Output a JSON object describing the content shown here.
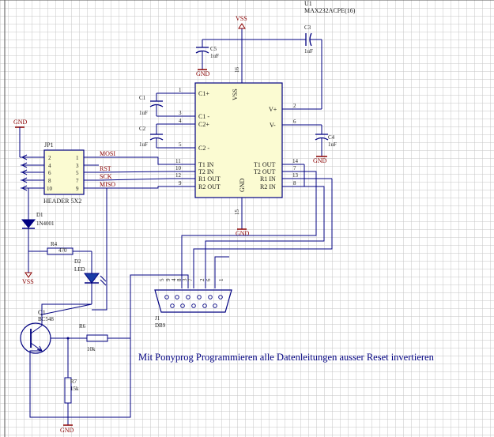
{
  "colors": {
    "grid": "#c6c6c6",
    "wire": "#000080",
    "component": "#000080",
    "text": "#1a1a1a",
    "power_label": "#8b0000",
    "ic_fill": "#fbfbd2",
    "led": "#1a3da6"
  },
  "note": "Mit Ponyprog Programmieren  alle Datenleitungen ausser Reset invertieren",
  "u1": {
    "designator": "U1",
    "part": "MAX232ACPE(16)",
    "pins_left": [
      "C1+",
      "C1 -",
      "C2+",
      "C2 -",
      "T1 IN",
      "T2 IN",
      "R1 OUT",
      "R2 OUT"
    ],
    "pins_left_num": [
      "1",
      "3",
      "4",
      "5",
      "11",
      "10",
      "12",
      "9"
    ],
    "pins_right": [
      "V+",
      "V-",
      "T1 OUT",
      "T2 OUT",
      "R1 IN",
      "R2 IN"
    ],
    "pins_right_num": [
      "2",
      "6",
      "14",
      "7",
      "13",
      "8"
    ],
    "vss": "VSS",
    "vss_pin": "16",
    "gnd": "GND",
    "gnd_pin": "15"
  },
  "capacitors": {
    "c1": {
      "name": "C1",
      "value": "1uF"
    },
    "c2": {
      "name": "C2",
      "value": "1uF"
    },
    "c3": {
      "name": "C3",
      "value": "1uF"
    },
    "c4": {
      "name": "C4",
      "value": "1uF"
    },
    "c5": {
      "name": "C5",
      "value": "1uF"
    }
  },
  "power": {
    "vss": "VSS",
    "gnd": "GND"
  },
  "jp1": {
    "name": "JP1",
    "part": "HEADER 5X2",
    "pins_left": [
      "2",
      "4",
      "6",
      "8",
      "10"
    ],
    "pins_right": [
      "1",
      "3",
      "5",
      "7",
      "9"
    ],
    "signals": [
      "MOSI",
      "RST",
      "SCK",
      "MISO"
    ]
  },
  "d1": {
    "name": "D1",
    "part": "1N4001"
  },
  "r4": {
    "name": "R4",
    "value": "470"
  },
  "d2": {
    "name": "D2",
    "part": "LED"
  },
  "q1": {
    "name": "Q1",
    "part": "BC548"
  },
  "r6": {
    "name": "R6",
    "value": "10k"
  },
  "r7": {
    "name": "R7",
    "value": "15k"
  },
  "j1": {
    "name": "J1",
    "part": "DB9",
    "pins": [
      "5",
      "9",
      "4",
      "8",
      "3",
      "7",
      "2",
      "6",
      "1"
    ]
  }
}
